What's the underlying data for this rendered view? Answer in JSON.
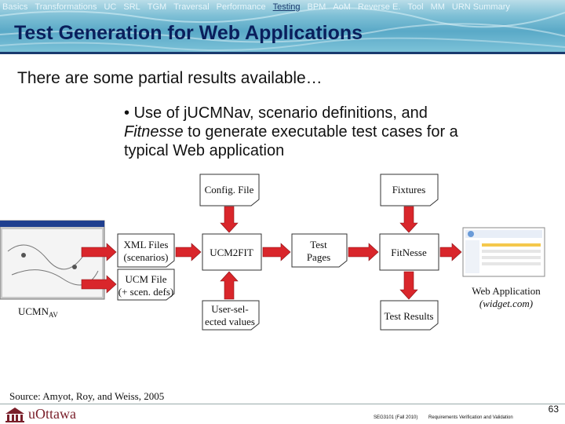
{
  "nav": {
    "items": [
      "Basics",
      "Transformations",
      "UC",
      "SRL",
      "TGM",
      "Traversal",
      "Performance",
      "Testing",
      "BPM",
      "AoM",
      "Reverse E.",
      "Tool",
      "MM",
      "URN Summary"
    ],
    "active": "Testing"
  },
  "slide": {
    "title": "Test Generation for Web Applications",
    "intro": "There are some partial results available…",
    "bullet_marker": "•",
    "bullet_line1": "Use of jUCMNav, scenario definitions, and",
    "bullet_line2_italic": "Fitnesse",
    "bullet_line2_rest": " to generate executable test cases for a",
    "bullet_line3": "typical Web application"
  },
  "diagram": {
    "config_file": "Config. File",
    "fixtures": "Fixtures",
    "xml_files_line1": "XML Files",
    "xml_files_line2": "(scenarios)",
    "ucm2fit": "UCM2FIT",
    "test_pages_line1": "Test",
    "test_pages_line2": "Pages",
    "fitnesse": "FitNesse",
    "ucm_file_line1": "UCM File",
    "ucm_file_line2": "(+ scen. defs)",
    "user_values_line1": "User-sel-",
    "user_values_line2": "ected values",
    "test_results": "Test Results",
    "ucmnav_label": "UCMN",
    "ucmnav_sub": "AV",
    "web_app_line1": "Web Application",
    "web_app_line2": "(widget.com)",
    "arrow_color": "#d9262b"
  },
  "footer": {
    "source": "Source: Amyot, Roy, and Weiss, 2005",
    "logo_text": "uOttawa",
    "page_number": "63",
    "course_code": "SEG3101 (Fall 2010)",
    "course_title": "Requirements Verification and Validation"
  }
}
